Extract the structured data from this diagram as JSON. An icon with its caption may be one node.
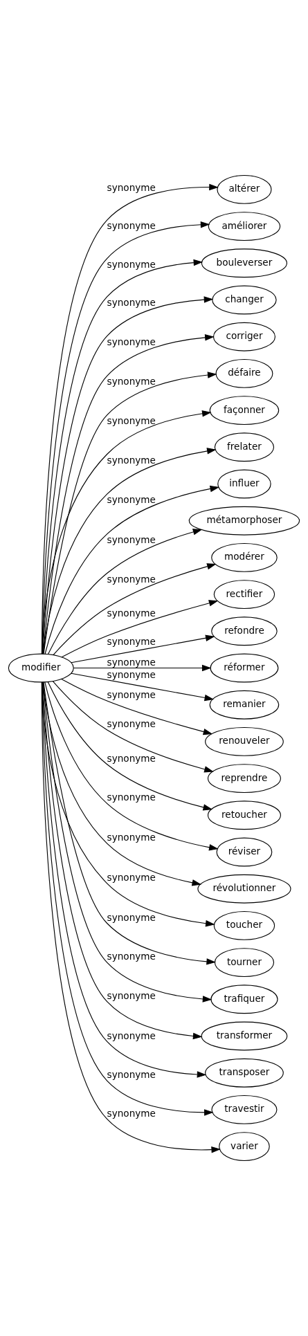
{
  "diagram": {
    "nodes": [
      {
        "text": [
          "modifier"
        ]
      },
      {
        "text": [
          "altérer"
        ]
      },
      {
        "text": [
          "améliorer"
        ]
      },
      {
        "text": [
          "bouleverser"
        ]
      },
      {
        "text": [
          "changer"
        ]
      },
      {
        "text": [
          "corriger"
        ]
      },
      {
        "text": [
          "défaire"
        ]
      },
      {
        "text": [
          "façonner"
        ]
      },
      {
        "text": [
          "frelater"
        ]
      },
      {
        "text": [
          "influer"
        ]
      },
      {
        "text": [
          "métamorphoser"
        ]
      },
      {
        "text": [
          "modérer"
        ]
      },
      {
        "text": [
          "rectifier"
        ]
      },
      {
        "text": [
          "refondre"
        ]
      },
      {
        "text": [
          "réformer"
        ]
      },
      {
        "text": [
          "remanier"
        ]
      },
      {
        "text": [
          "renouveler"
        ]
      },
      {
        "text": [
          "reprendre"
        ]
      },
      {
        "text": [
          "retoucher"
        ]
      },
      {
        "text": [
          "réviser"
        ]
      },
      {
        "text": [
          "révolutionner"
        ]
      },
      {
        "text": [
          "toucher"
        ]
      },
      {
        "text": [
          "tourner"
        ]
      },
      {
        "text": [
          "trafiquer"
        ]
      },
      {
        "text": [
          "transformer"
        ]
      },
      {
        "text": [
          "transposer"
        ]
      },
      {
        "text": [
          "travestir"
        ]
      },
      {
        "text": [
          "varier"
        ]
      }
    ],
    "edges": [
      {
        "from": 0,
        "to": 1,
        "arrow": "to",
        "label": "synonyme"
      },
      {
        "from": 0,
        "to": 2,
        "arrow": "to",
        "label": "synonyme"
      },
      {
        "from": 0,
        "to": 3,
        "arrow": "to",
        "label": "synonyme"
      },
      {
        "from": 0,
        "to": 4,
        "arrow": "to",
        "label": "synonyme"
      },
      {
        "from": 0,
        "to": 5,
        "arrow": "to",
        "label": "synonyme"
      },
      {
        "from": 0,
        "to": 6,
        "arrow": "to",
        "label": "synonyme"
      },
      {
        "from": 0,
        "to": 7,
        "arrow": "to",
        "label": "synonyme"
      },
      {
        "from": 0,
        "to": 8,
        "arrow": "to",
        "label": "synonyme"
      },
      {
        "from": 0,
        "to": 9,
        "arrow": "to",
        "label": "synonyme"
      },
      {
        "from": 0,
        "to": 10,
        "arrow": "to",
        "label": "synonyme"
      },
      {
        "from": 0,
        "to": 11,
        "arrow": "to",
        "label": "synonyme"
      },
      {
        "from": 0,
        "to": 12,
        "arrow": "to",
        "label": "synonyme"
      },
      {
        "from": 0,
        "to": 13,
        "arrow": "to",
        "label": "synonyme"
      },
      {
        "from": 0,
        "to": 14,
        "arrow": "to",
        "label": "synonyme"
      },
      {
        "from": 0,
        "to": 15,
        "arrow": "to",
        "label": "synonyme"
      },
      {
        "from": 0,
        "to": 16,
        "arrow": "to",
        "label": "synonyme"
      },
      {
        "from": 0,
        "to": 17,
        "arrow": "to",
        "label": "synonyme"
      },
      {
        "from": 0,
        "to": 18,
        "arrow": "to",
        "label": "synonyme"
      },
      {
        "from": 0,
        "to": 19,
        "arrow": "to",
        "label": "synonyme"
      },
      {
        "from": 0,
        "to": 20,
        "arrow": "to",
        "label": "synonyme"
      },
      {
        "from": 0,
        "to": 21,
        "arrow": "to",
        "label": "synonyme"
      },
      {
        "from": 0,
        "to": 22,
        "arrow": "to",
        "label": "synonyme"
      },
      {
        "from": 0,
        "to": 23,
        "arrow": "to",
        "label": "synonyme"
      },
      {
        "from": 0,
        "to": 24,
        "arrow": "to",
        "label": "synonyme"
      },
      {
        "from": 0,
        "to": 25,
        "arrow": "to",
        "label": "synonyme"
      },
      {
        "from": 0,
        "to": 26,
        "arrow": "to",
        "label": "synonyme"
      },
      {
        "from": 0,
        "to": 27,
        "arrow": "to",
        "label": "synonyme"
      }
    ]
  }
}
